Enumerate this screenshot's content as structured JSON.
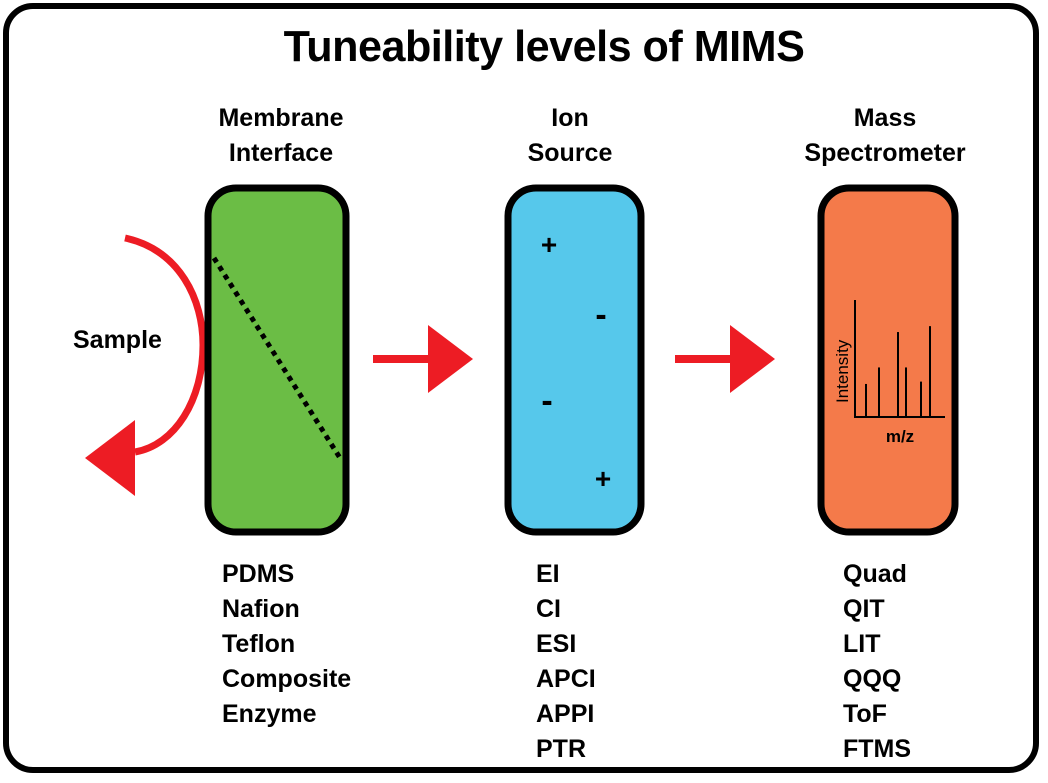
{
  "title": "Tuneability levels of MIMS",
  "colors": {
    "membrane": "#6bbd45",
    "ion_source": "#56c8eb",
    "mass_spec": "#f47a4a",
    "arrow": "#ed1c24",
    "outline": "#000000"
  },
  "sample_label": "Sample",
  "stages": [
    {
      "label_line1": "Membrane",
      "label_line2": "Interface",
      "items": [
        "PDMS",
        "Nafion",
        "Teflon",
        "Composite",
        "Enzyme"
      ]
    },
    {
      "label_line1": "Ion",
      "label_line2": "Source",
      "charges": [
        "+",
        "-",
        "-",
        "+"
      ],
      "items": [
        "EI",
        "CI",
        "ESI",
        "APCI",
        "APPI",
        "PTR"
      ]
    },
    {
      "label_line1": "Mass",
      "label_line2": "Spectrometer",
      "spectrum": {
        "ylabel": "Intensity",
        "xlabel": "m/z",
        "peak_heights": [
          0.28,
          0.42,
          0.72,
          0.42,
          0.3,
          0.77
        ]
      },
      "items": [
        "Quad",
        "QIT",
        "LIT",
        "QQQ",
        "ToF",
        "FTMS"
      ]
    }
  ]
}
